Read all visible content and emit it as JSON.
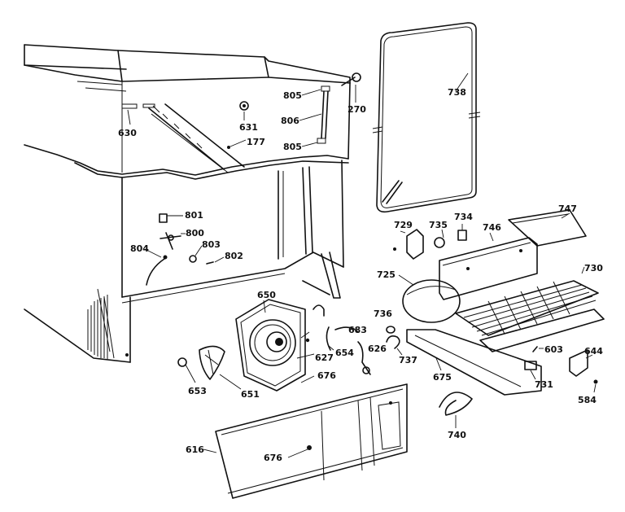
{
  "callouts": [
    {
      "id": "630",
      "text": "630"
    },
    {
      "id": "631",
      "text": "631"
    },
    {
      "id": "177",
      "text": "177"
    },
    {
      "id": "805a",
      "text": "805"
    },
    {
      "id": "806",
      "text": "806"
    },
    {
      "id": "805b",
      "text": "805"
    },
    {
      "id": "270",
      "text": "270"
    },
    {
      "id": "738",
      "text": "738"
    },
    {
      "id": "801",
      "text": "801"
    },
    {
      "id": "800",
      "text": "800"
    },
    {
      "id": "803",
      "text": "803"
    },
    {
      "id": "804",
      "text": "804"
    },
    {
      "id": "802",
      "text": "802"
    },
    {
      "id": "729",
      "text": "729"
    },
    {
      "id": "735",
      "text": "735"
    },
    {
      "id": "734",
      "text": "734"
    },
    {
      "id": "746",
      "text": "746"
    },
    {
      "id": "747",
      "text": "747"
    },
    {
      "id": "725",
      "text": "725"
    },
    {
      "id": "730",
      "text": "730"
    },
    {
      "id": "650",
      "text": "650"
    },
    {
      "id": "736",
      "text": "736"
    },
    {
      "id": "683",
      "text": "683"
    },
    {
      "id": "654",
      "text": "654"
    },
    {
      "id": "626",
      "text": "626"
    },
    {
      "id": "627",
      "text": "627"
    },
    {
      "id": "737",
      "text": "737"
    },
    {
      "id": "675",
      "text": "675"
    },
    {
      "id": "603",
      "text": "603"
    },
    {
      "id": "644",
      "text": "644"
    },
    {
      "id": "653",
      "text": "653"
    },
    {
      "id": "651",
      "text": "651"
    },
    {
      "id": "676a",
      "text": "676"
    },
    {
      "id": "731",
      "text": "731"
    },
    {
      "id": "584",
      "text": "584"
    },
    {
      "id": "740",
      "text": "740"
    },
    {
      "id": "616",
      "text": "616"
    },
    {
      "id": "676b",
      "text": "676"
    }
  ]
}
